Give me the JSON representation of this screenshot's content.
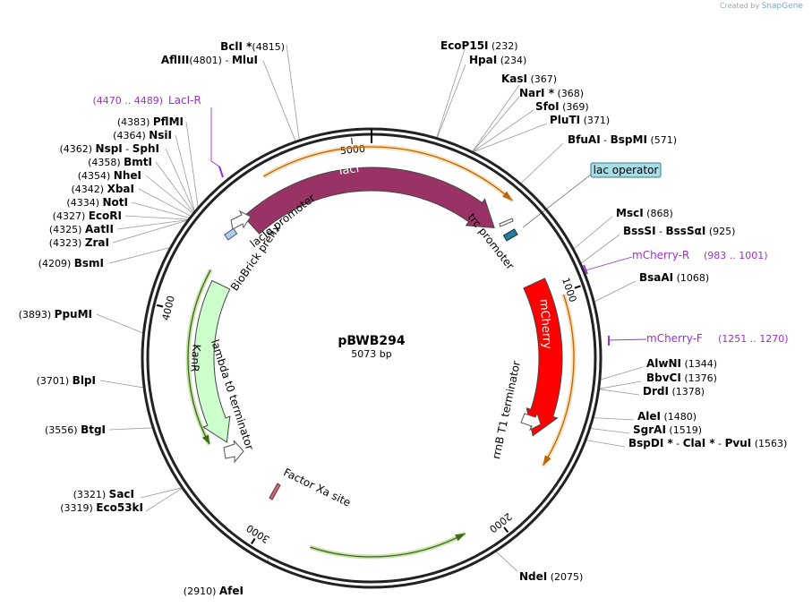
{
  "credit": {
    "prefix": "Created by",
    "brand": "SnapGene"
  },
  "plasmid": {
    "name": "pBWB294",
    "size_label": "5073 bp",
    "length": 5073
  },
  "ticks": [
    {
      "bp": 1000,
      "label": "1000"
    },
    {
      "bp": 2000,
      "label": "2000"
    },
    {
      "bp": 3000,
      "label": "3000"
    },
    {
      "bp": 4000,
      "label": "4000"
    },
    {
      "bp": 5000,
      "label": "5000"
    }
  ],
  "sites": [
    {
      "id": "bcli",
      "parts": [
        {
          "pos": "(4815)",
          "name": "BclI *"
        }
      ],
      "bp": 4815
    },
    {
      "id": "afliii-mlui",
      "parts": [
        {
          "pos": "(4801)",
          "name": "AflIII"
        },
        {
          "sep": "-",
          "name": "MluI"
        }
      ],
      "bp": 4801
    },
    {
      "id": "ecop15i",
      "parts": [
        {
          "name": "EcoP15I"
        },
        {
          "pos": "(232)"
        }
      ],
      "bp": 232
    },
    {
      "id": "hpai",
      "parts": [
        {
          "name": "HpaI"
        },
        {
          "pos": "(234)"
        }
      ],
      "bp": 234
    },
    {
      "id": "kasi",
      "parts": [
        {
          "name": "KasI"
        },
        {
          "pos": "(367)"
        }
      ],
      "bp": 367
    },
    {
      "id": "nari",
      "parts": [
        {
          "name": "NarI *"
        },
        {
          "pos": "(368)"
        }
      ],
      "bp": 368
    },
    {
      "id": "sfoi",
      "parts": [
        {
          "name": "SfoI"
        },
        {
          "pos": "(369)"
        }
      ],
      "bp": 369
    },
    {
      "id": "plutI",
      "parts": [
        {
          "name": "PluTI"
        },
        {
          "pos": "(371)"
        }
      ],
      "bp": 371
    },
    {
      "id": "bfuai",
      "parts": [
        {
          "name": "BfuAI"
        },
        {
          "sep": "-",
          "name": "BspMI"
        },
        {
          "pos": "(571)"
        }
      ],
      "bp": 571
    },
    {
      "id": "msci",
      "parts": [
        {
          "name": "MscI"
        },
        {
          "pos": "(868)"
        }
      ],
      "bp": 868
    },
    {
      "id": "bsssi",
      "parts": [
        {
          "name": "BssSI"
        },
        {
          "sep": "-",
          "name": "BssSαI"
        },
        {
          "pos": "(925)"
        }
      ],
      "bp": 925
    },
    {
      "id": "bsaai",
      "parts": [
        {
          "name": "BsaAI"
        },
        {
          "pos": "(1068)"
        }
      ],
      "bp": 1068
    },
    {
      "id": "alwni",
      "parts": [
        {
          "name": "AlwNI"
        },
        {
          "pos": "(1344)"
        }
      ],
      "bp": 1344
    },
    {
      "id": "bbvci",
      "parts": [
        {
          "name": "BbvCI"
        },
        {
          "pos": "(1376)"
        }
      ],
      "bp": 1376
    },
    {
      "id": "drdi",
      "parts": [
        {
          "name": "DrdI"
        },
        {
          "pos": "(1378)"
        }
      ],
      "bp": 1378
    },
    {
      "id": "alei",
      "parts": [
        {
          "name": "AleI"
        },
        {
          "pos": "(1480)"
        }
      ],
      "bp": 1480
    },
    {
      "id": "sgrai",
      "parts": [
        {
          "name": "SgrAI"
        },
        {
          "pos": "(1519)"
        }
      ],
      "bp": 1519
    },
    {
      "id": "bspdi",
      "parts": [
        {
          "name": "BspDI *"
        },
        {
          "sep": "-",
          "name": "ClaI *"
        },
        {
          "sep": "-",
          "name": "PvuI"
        },
        {
          "pos": "(1563)"
        }
      ],
      "bp": 1563
    },
    {
      "id": "ndei",
      "parts": [
        {
          "name": "NdeI"
        },
        {
          "pos": "(2075)"
        }
      ],
      "bp": 2075
    },
    {
      "id": "afei",
      "parts": [
        {
          "pos": "(2910)"
        },
        {
          "name": "AfeI"
        }
      ],
      "bp": 2910
    },
    {
      "id": "saci",
      "parts": [
        {
          "pos": "(3321)"
        },
        {
          "name": "SacI"
        }
      ],
      "bp": 3321
    },
    {
      "id": "eco53ki",
      "parts": [
        {
          "pos": "(3319)"
        },
        {
          "name": "Eco53kI"
        }
      ],
      "bp": 3319
    },
    {
      "id": "btgi",
      "parts": [
        {
          "pos": "(3556)"
        },
        {
          "name": "BtgI"
        }
      ],
      "bp": 3556
    },
    {
      "id": "blpi",
      "parts": [
        {
          "pos": "(3701)"
        },
        {
          "name": "BlpI"
        }
      ],
      "bp": 3701
    },
    {
      "id": "ppumi",
      "parts": [
        {
          "pos": "(3893)"
        },
        {
          "name": "PpuMI"
        }
      ],
      "bp": 3893
    },
    {
      "id": "bsmi",
      "parts": [
        {
          "pos": "(4209)"
        },
        {
          "name": "BsmI"
        }
      ],
      "bp": 4209
    },
    {
      "id": "zrai",
      "parts": [
        {
          "pos": "(4323)"
        },
        {
          "name": "ZraI"
        }
      ],
      "bp": 4323
    },
    {
      "id": "aatii",
      "parts": [
        {
          "pos": "(4325)"
        },
        {
          "name": "AatII"
        }
      ],
      "bp": 4325
    },
    {
      "id": "ecori",
      "parts": [
        {
          "pos": "(4327)"
        },
        {
          "name": "EcoRI"
        }
      ],
      "bp": 4327
    },
    {
      "id": "noti",
      "parts": [
        {
          "pos": "(4334)"
        },
        {
          "name": "NotI"
        }
      ],
      "bp": 4334
    },
    {
      "id": "xbai",
      "parts": [
        {
          "pos": "(4342)"
        },
        {
          "name": "XbaI"
        }
      ],
      "bp": 4342
    },
    {
      "id": "nhei",
      "parts": [
        {
          "pos": "(4354)"
        },
        {
          "name": "NheI"
        }
      ],
      "bp": 4354
    },
    {
      "id": "bmti",
      "parts": [
        {
          "pos": "(4358)"
        },
        {
          "name": "BmtI"
        }
      ],
      "bp": 4358
    },
    {
      "id": "nspi",
      "parts": [
        {
          "pos": "(4362)"
        },
        {
          "name": "NspI"
        },
        {
          "sep": "-",
          "name": "SphI"
        }
      ],
      "bp": 4362
    },
    {
      "id": "nsii",
      "parts": [
        {
          "pos": "(4364)"
        },
        {
          "name": "NsiI"
        }
      ],
      "bp": 4364
    },
    {
      "id": "pflmi",
      "parts": [
        {
          "pos": "(4383)"
        },
        {
          "name": "PflMI"
        }
      ],
      "bp": 4383
    }
  ],
  "primers": [
    {
      "id": "laci-r",
      "name": "LacI-R",
      "range": "(4470 .. 4489)",
      "start": 4470,
      "end": 4489,
      "color": "#9b2fd0"
    },
    {
      "id": "mcherry-r",
      "name": "mCherry-R",
      "range": "(983 .. 1001)",
      "start": 983,
      "end": 1001,
      "color": "#9b2fd0"
    },
    {
      "id": "mcherry-f",
      "name": "mCherry-F",
      "range": "(1251 .. 1270)",
      "start": 1251,
      "end": 1270,
      "color": "#9b2fd0"
    }
  ],
  "features": [
    {
      "id": "laci",
      "name": "lacI",
      "start": 4480,
      "end": 610,
      "color": "#993366",
      "direction": "cw"
    },
    {
      "id": "mcherry",
      "name": "mCherry",
      "start": 920,
      "end": 1630,
      "color": "#ff0000",
      "direction": "cw"
    },
    {
      "id": "kanr",
      "name": "KanR",
      "start": 4170,
      "end": 3380,
      "color": "#ccffcc",
      "direction": "ccw"
    },
    {
      "id": "lacIq-promoter",
      "name": "lacIq promoter",
      "color": "#ffffff"
    },
    {
      "id": "trc-promoter",
      "name": "trc promoter",
      "color": "#ffffff"
    },
    {
      "id": "lac-operator",
      "name": "lac operator",
      "color": "#a8dce6"
    },
    {
      "id": "rrnb-t1-terminator",
      "name": "rrnB T1 terminator",
      "color": "#ffffff"
    },
    {
      "id": "lambda-t0-terminator",
      "name": "lambda t0 terminator",
      "color": "#ffffff"
    },
    {
      "id": "factor-xa-site",
      "name": "Factor Xa site",
      "color": "#cc6677"
    },
    {
      "id": "biobrick-prefix",
      "name": "BioBrick prefix",
      "color": "#aaccee"
    }
  ],
  "outer_arcs": [
    {
      "id": "orange-arc-1",
      "start": 4640,
      "end": 590,
      "color": "#f0a030"
    },
    {
      "id": "orange-arc-2",
      "start": 1010,
      "end": 1720,
      "color": "#f0a030"
    },
    {
      "id": "green-arc-1",
      "start": 2790,
      "end": 2140,
      "color": "#66aa22"
    },
    {
      "id": "green-arc-2",
      "start": 4210,
      "end": 3410,
      "color": "#66aa22"
    }
  ]
}
